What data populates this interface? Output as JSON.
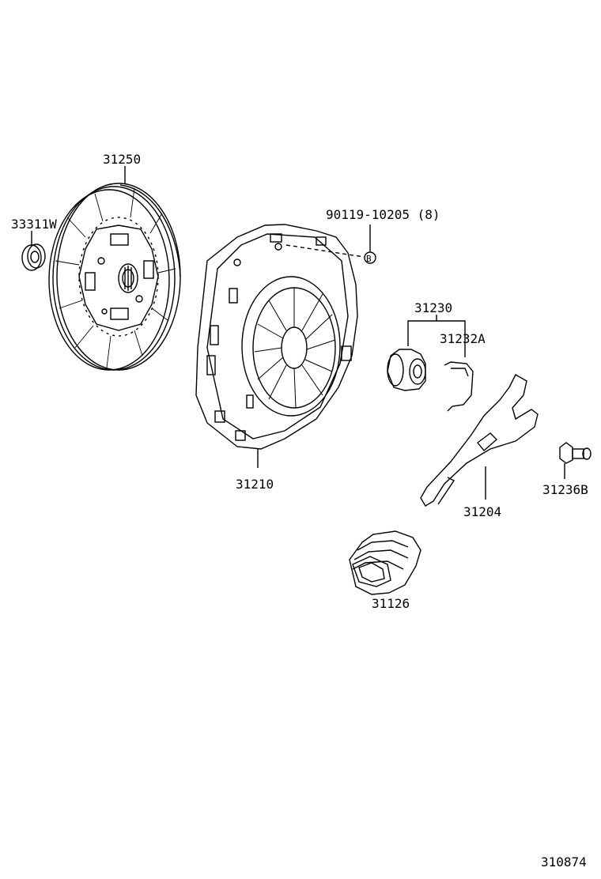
{
  "parts": {
    "clutch_disc": "31250",
    "pilot_bearing": "33311W",
    "bolt": "90119-10205 (8)",
    "bolt_ref_mark": "B",
    "release_bearing_assy": "31230",
    "release_bearing_clip": "31232A",
    "pressure_plate": "31210",
    "release_fork": "31204",
    "fork_pivot_stud": "31236B",
    "fork_boot": "31126"
  },
  "figure_number": "310874"
}
